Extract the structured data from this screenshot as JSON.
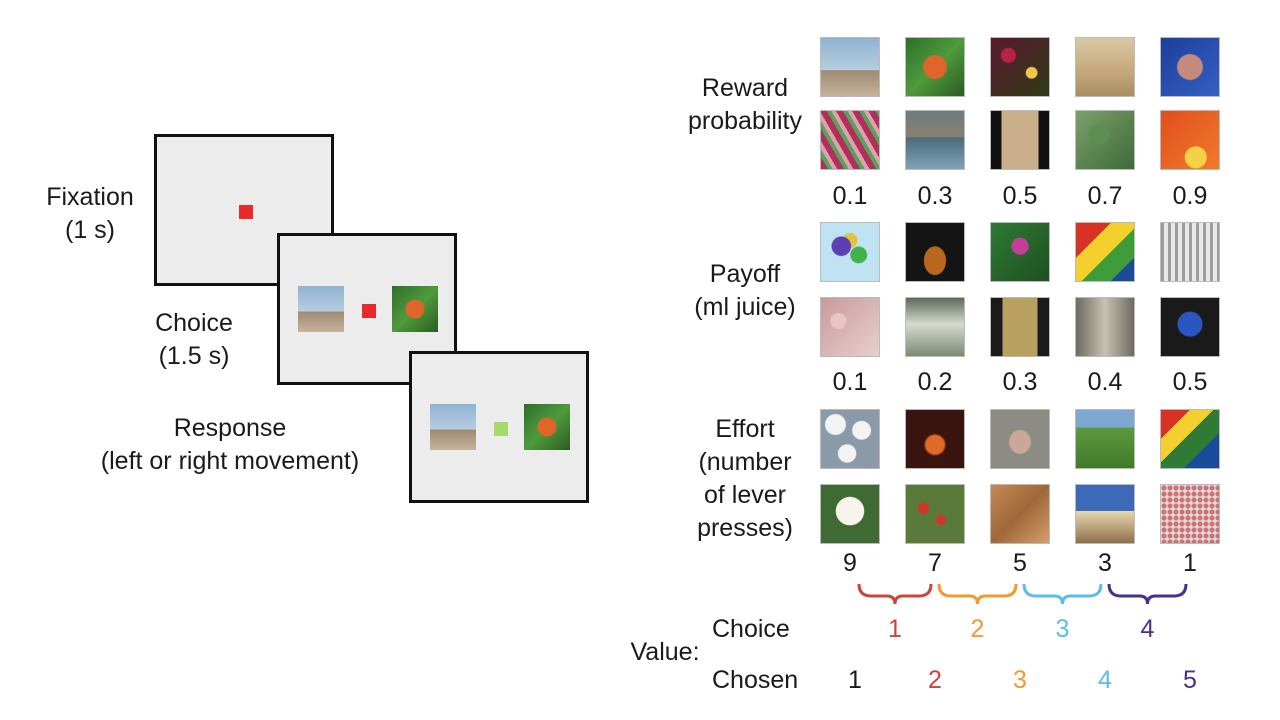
{
  "task": {
    "fixation": {
      "label": "Fixation",
      "duration": "(1 s)",
      "cue_color": "#e52b2b"
    },
    "choice": {
      "label": "Choice",
      "duration": "(1.5 s)",
      "cue_color": "#e52b2b"
    },
    "response": {
      "label": "Response",
      "duration": "(left or right movement)",
      "cue_color": "#a6d86a"
    },
    "left_stimulus": "lighthouse",
    "right_stimulus": "butterfly"
  },
  "stimulus_sets": {
    "reward": {
      "label_line1": "Reward",
      "label_line2": "probability",
      "values": [
        "0.1",
        "0.3",
        "0.5",
        "0.7",
        "0.9"
      ],
      "row1": [
        "lighthouse",
        "butterfly",
        "flowers",
        "ruins",
        "fish"
      ],
      "row2": [
        "fabric",
        "canal",
        "room",
        "leaves",
        "orange-petals"
      ]
    },
    "payoff": {
      "label_line1": "Payoff",
      "label_line2": "(ml juice)",
      "values": [
        "0.1",
        "0.2",
        "0.3",
        "0.4",
        "0.5"
      ],
      "row1": [
        "balloons",
        "guitar",
        "thistle",
        "paint",
        "forks"
      ],
      "row2": [
        "coral",
        "waterfall",
        "doorway",
        "corridor",
        "blue-flower"
      ]
    },
    "effort": {
      "label_line1": "Effort",
      "label_line2": "(number",
      "label_line3": "of lever",
      "label_line4": "presses)",
      "values": [
        "9",
        "7",
        "5",
        "3",
        "1"
      ],
      "row1": [
        "eggs",
        "fire",
        "rock",
        "field",
        "bricks"
      ],
      "row2": [
        "white-rose",
        "berries",
        "sand",
        "temple",
        "dots"
      ]
    }
  },
  "value": {
    "label": "Value:",
    "choice_label": "Choice",
    "chosen_label": "Chosen",
    "choice_values": [
      "1",
      "2",
      "3",
      "4"
    ],
    "chosen_values": [
      "1",
      "2",
      "3",
      "4",
      "5"
    ],
    "colors": [
      "#1a1a1a",
      "#c9463b",
      "#f29a2e",
      "#5bbde8",
      "#4a2f8f"
    ]
  }
}
